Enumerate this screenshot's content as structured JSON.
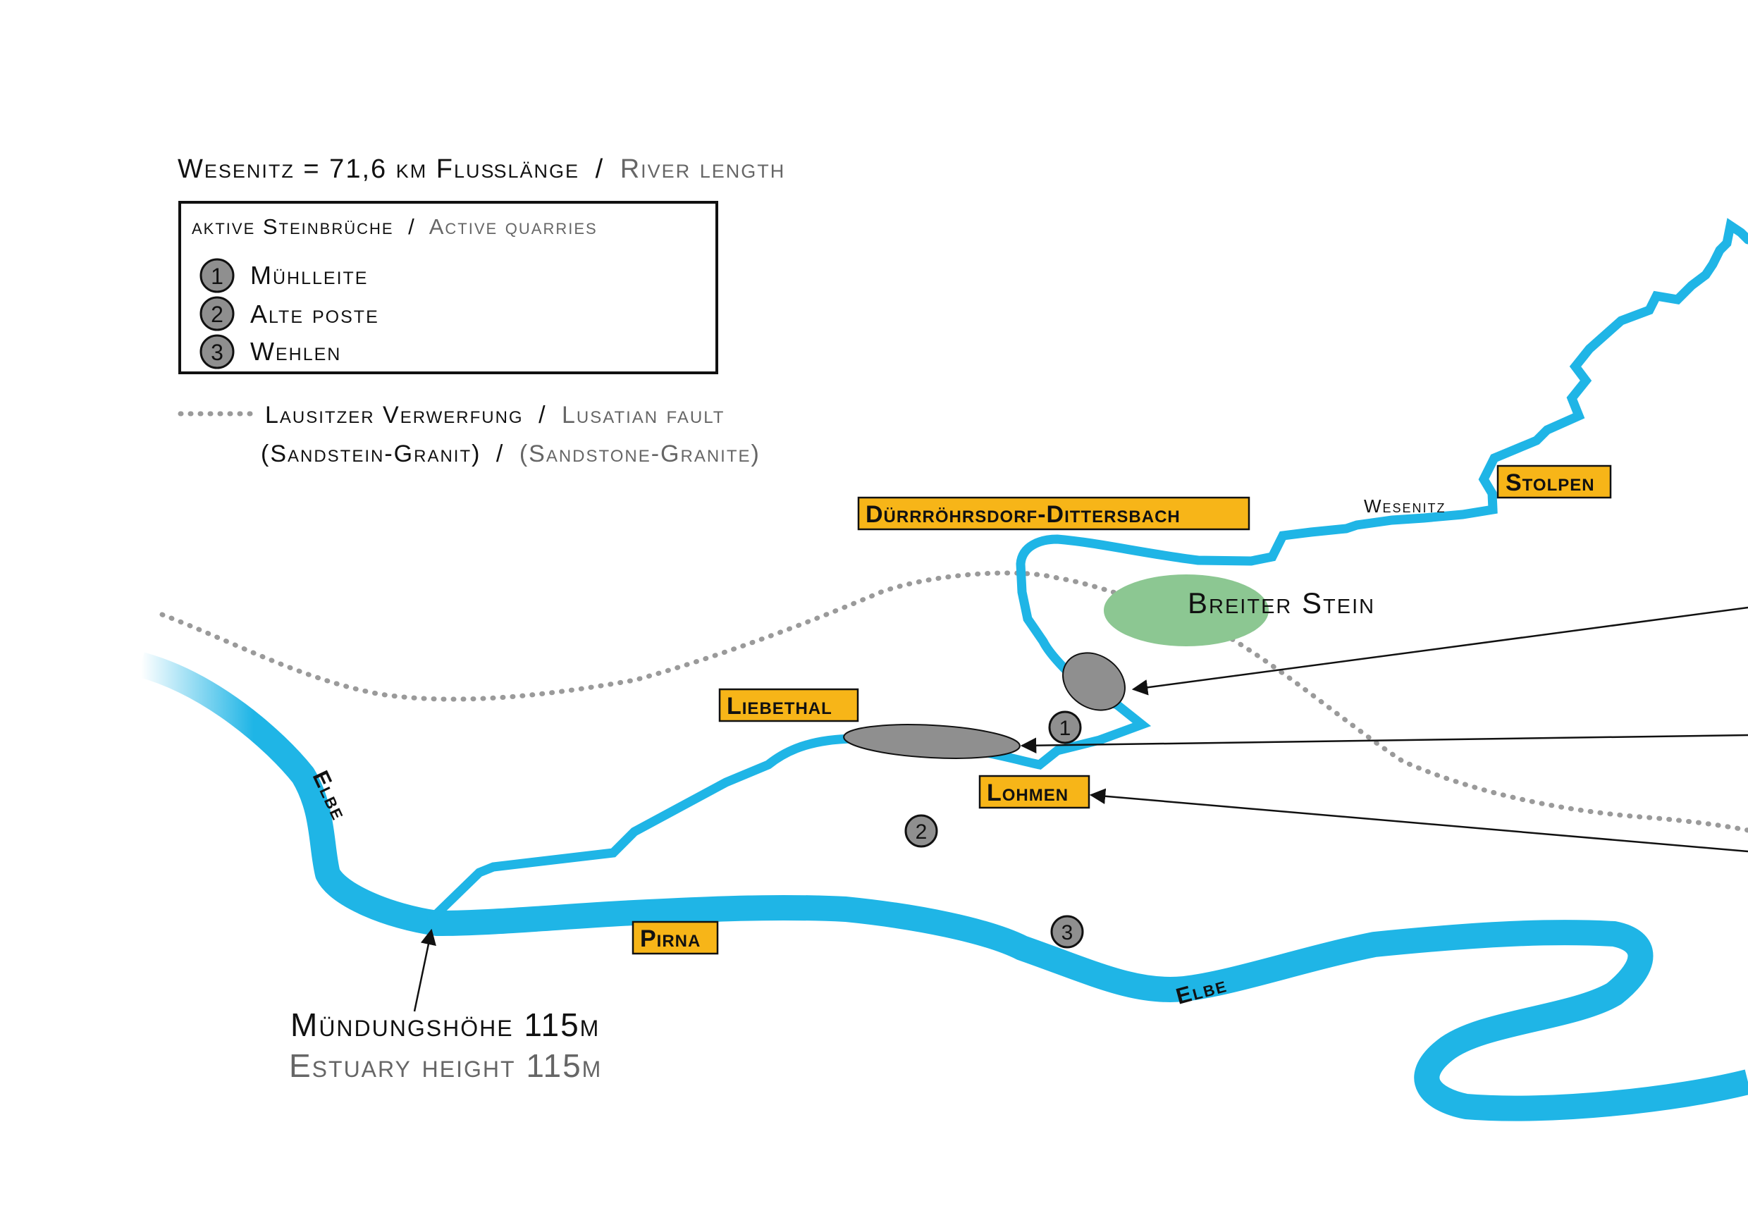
{
  "header": {
    "river_info_de": "Wesenitz = 71,6 km Flußlänge",
    "river_info_sep": "/",
    "river_info_en": "River length"
  },
  "legend": {
    "title_de": "aktive Steinbrüche",
    "title_sep": "/",
    "title_en": "Active quarries",
    "items": [
      {
        "number": "1",
        "label": "Mühlleite"
      },
      {
        "number": "2",
        "label": "Alte poste"
      },
      {
        "number": "3",
        "label": "Wehlen"
      }
    ]
  },
  "fault_legend": {
    "line1_de": "Lausitzer Verwerfung",
    "line1_sep": "/",
    "line1_en": "Lusatian fault",
    "line2_de": "(Sandstein-Granit)",
    "line2_sep": "/",
    "line2_en": "(Sandstone-Granite)"
  },
  "towns": {
    "duerrroehrsdorf": "Dürrröhrsdorf-Dittersbach",
    "stolpen": "Stolpen",
    "liebethal": "Liebethal",
    "lohmen": "Lohmen",
    "pirna": "Pirna"
  },
  "rivers": {
    "wesenitz": "Wesenitz",
    "elbe_left": "Elbe",
    "elbe_right": "Elbe"
  },
  "features": {
    "breiter_stein": "Breiter Stein"
  },
  "quarry_markers": [
    "1",
    "2",
    "3"
  ],
  "estuary": {
    "label_de": "Mündungshöhe 115m",
    "label_en": "Estuary height 115m"
  },
  "colors": {
    "river": "#1fb5e6",
    "town_box": "#f7b518",
    "quarry_fill": "#8f8f8f",
    "breiter_stein_fill": "#8cc792",
    "fault_dots": "#9a9a9a",
    "english_text": "#666666"
  }
}
